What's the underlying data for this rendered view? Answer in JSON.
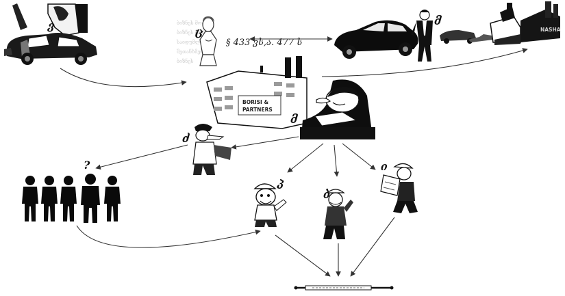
{
  "labels": {
    "top_left_figure": "ვ",
    "woman_figure": "ც",
    "car_man_figure": "მ",
    "boss_figure": "მ",
    "inspector_figure": "ძ",
    "crowd": "?",
    "worker_a": "პ",
    "worker_b": "ბ",
    "worker_c": "ი"
  },
  "exchange_text": "§ 433 ვს,ა. 477 ს",
  "company_sign": [
    "BORISI &",
    "PARTNERS"
  ],
  "factory_plate": "NASHA",
  "faint_text": [
    "ბიზნეს მოძრ.",
    "ბიზნეს მოძრ.",
    "საიდუმლო",
    "შეთანხმება",
    "ბიზნეს"
  ]
}
